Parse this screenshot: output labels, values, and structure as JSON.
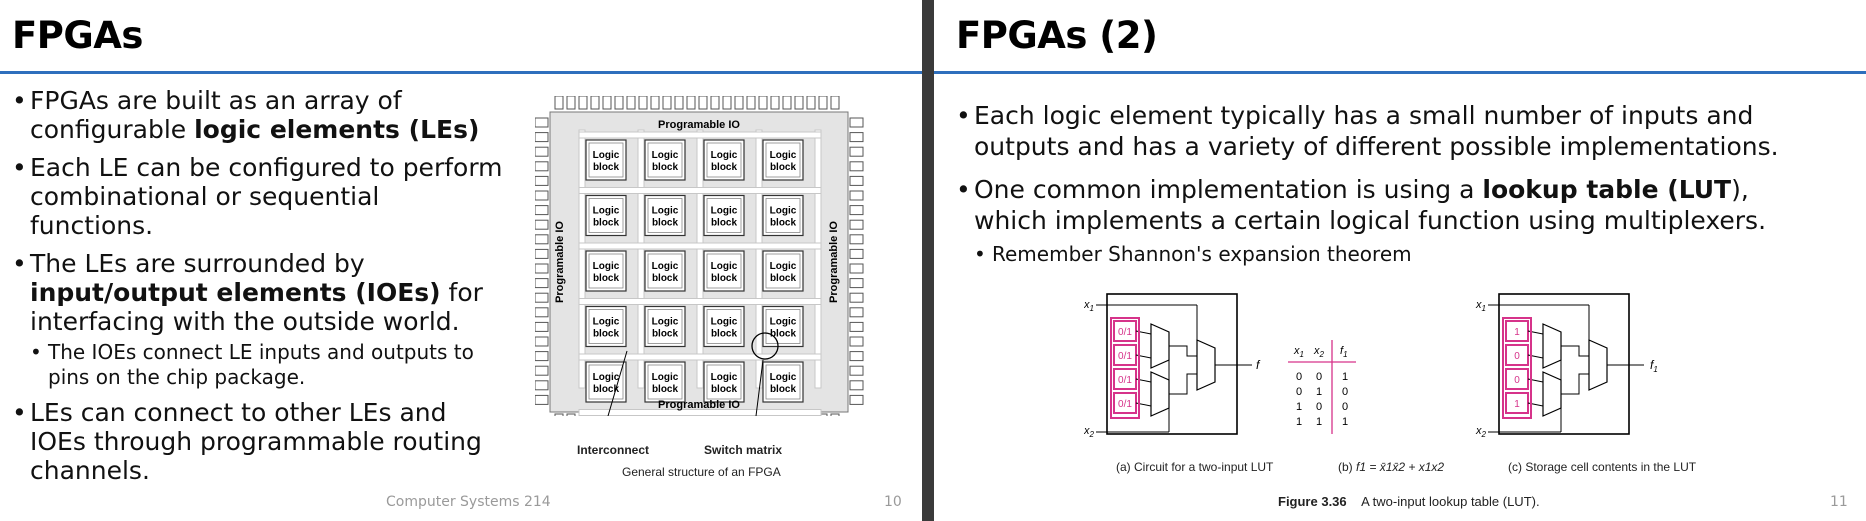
{
  "left": {
    "title": "FPGAs",
    "bullets": [
      {
        "pre": "FPGAs are built as an array of configurable ",
        "em": "logic elements (LEs)",
        "post": ""
      },
      {
        "pre": "Each LE can be configured to perform combinational or sequential functions.",
        "em": "",
        "post": ""
      },
      {
        "pre": "The LEs are surrounded by ",
        "em": "input/output elements (IOEs)",
        "post": " for interfacing with the outside world."
      },
      {
        "pre": "The IOEs connect LE inputs and outputs to pins on the chip package.",
        "em": "",
        "post": "",
        "sub": true
      },
      {
        "pre": "LEs can connect to other LEs and IOEs through programmable routing channels.",
        "em": "",
        "post": ""
      }
    ],
    "figure": {
      "top_io": "Programable IO",
      "bottom_io": "Programable IO",
      "left_io": "Programable IO",
      "right_io": "Programable IO",
      "block_label_1": "Logic",
      "block_label_2": "block",
      "interconnect": "Interconnect",
      "switch_matrix": "Switch matrix",
      "caption": "General structure of an FPGA"
    },
    "footer_course": "Computer Systems 214",
    "page": "10"
  },
  "right": {
    "title": "FPGAs (2)",
    "bullet1": "Each logic element typically has a small number of inputs and outputs and has a variety of different possible implementations.",
    "bullet2_pre": "One common implementation is using a ",
    "bullet2_em": "lookup table (LUT",
    "bullet2_post": "), which implements a certain logical function using multiplexers.",
    "sub_bullet": "Remember Shannon's expansion theorem",
    "lut_a": {
      "cells": [
        "0/1",
        "0/1",
        "0/1",
        "0/1"
      ],
      "x1": "x",
      "x1_sub": "1",
      "x2": "x",
      "x2_sub": "2",
      "out": "f",
      "caption": "(a) Circuit for a two-input LUT"
    },
    "truth_table": {
      "headers": [
        "x1",
        "x2",
        "f1"
      ],
      "rows": [
        [
          "0",
          "0",
          "1"
        ],
        [
          "0",
          "1",
          "0"
        ],
        [
          "1",
          "0",
          "0"
        ],
        [
          "1",
          "1",
          "1"
        ]
      ],
      "caption_prefix": "(b)",
      "equation": "f1 = x̄1x̄2 + x1x2"
    },
    "lut_c": {
      "cells": [
        "1",
        "0",
        "0",
        "1"
      ],
      "out": "f",
      "out_sub": "1",
      "caption": "(c) Storage cell contents in the LUT"
    },
    "figure_label": "Figure 3.36",
    "figure_title": "A two-input lookup table (LUT).",
    "page": "11"
  },
  "colors": {
    "accent": "#2e6fbd",
    "lut_cell": "#d6338a"
  }
}
